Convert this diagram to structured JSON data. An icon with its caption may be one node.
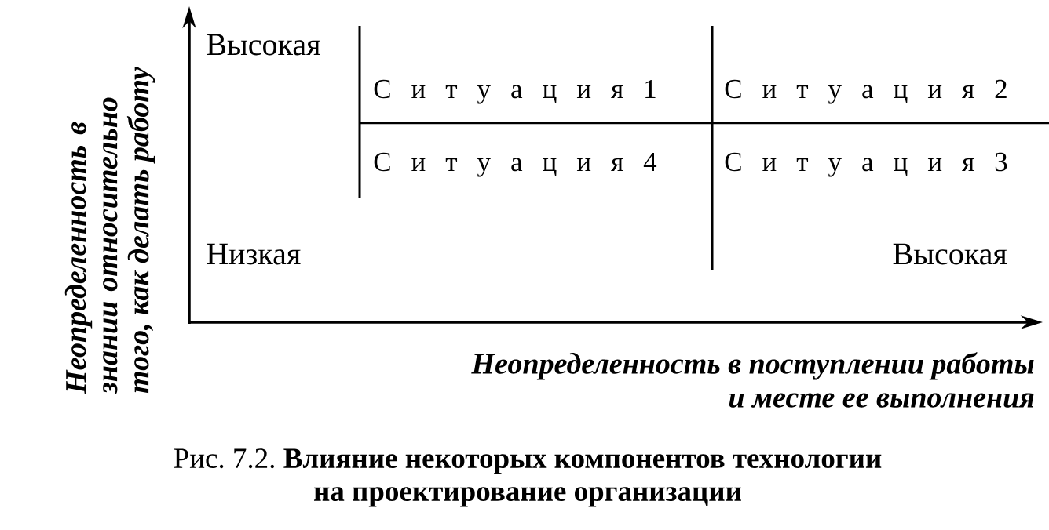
{
  "diagram": {
    "caption": "Рис. 7.2. **Влияние некоторых компонентов технологии на проектирование организации**",
    "labels": [
      "Неопределенность в знании относительно того, как делать работу",
      "Высокая",
      "С и т у а ц и я 1",
      "С и т у а ц и я 2",
      "С и т у а ц и я 4",
      "С и т у а ц и я 3",
      "Низкая",
      "Высокая",
      "Неопределенность в поступлении работы и месте ее выполнения"
    ]
  }
}
